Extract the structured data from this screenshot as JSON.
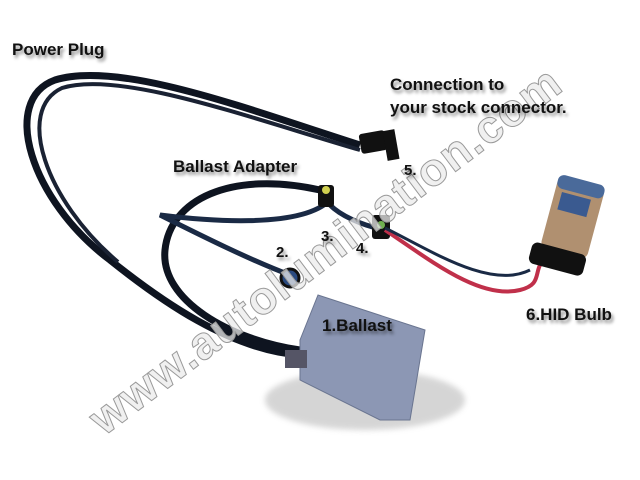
{
  "labels": {
    "power_plug": "Power Plug",
    "connection": "Connection to",
    "connection_line2": "your stock connector.",
    "ballast_adapter": "Ballast Adapter",
    "n5": "5.",
    "n3": "3.",
    "n4": "4.",
    "n2": "2.",
    "ballast": "1.Ballast",
    "hid_bulb": "6.HID Bulb"
  },
  "watermark": "www.autolumination.com",
  "colors": {
    "cable": "#0e1420",
    "ballast": "#8c97b4",
    "bulb": "#b09070",
    "red_wire": "#c0304a"
  }
}
